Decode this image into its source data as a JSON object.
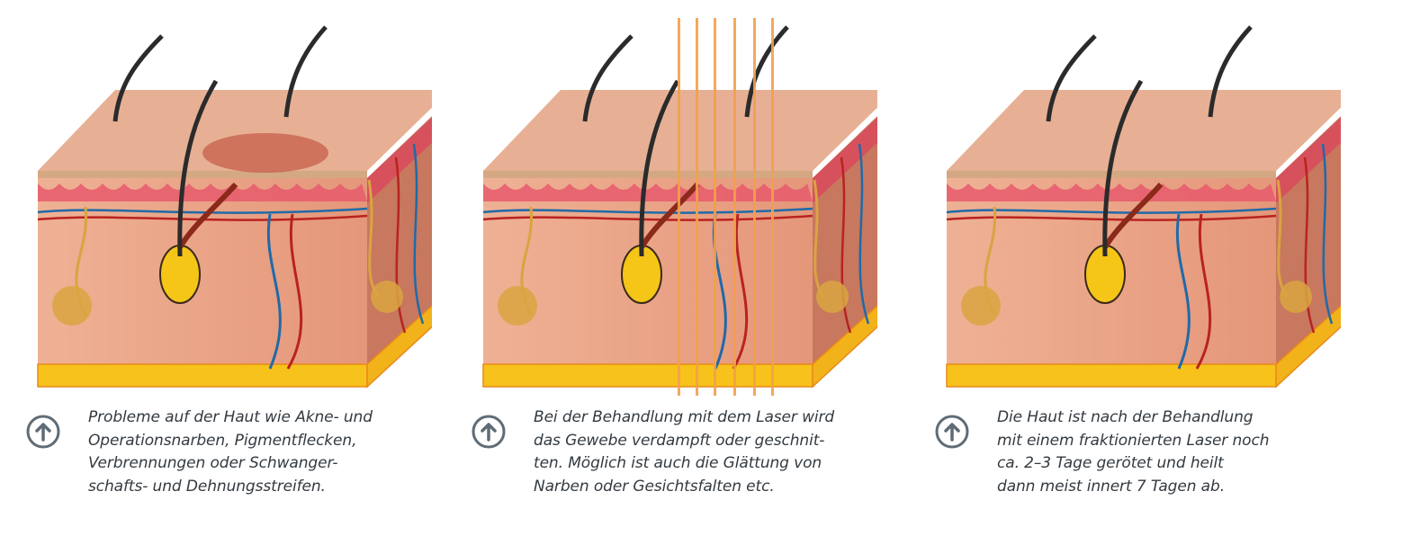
{
  "colors": {
    "epidermis_top": "#e7b095",
    "dermis": "#eaa184",
    "dermis_side": "#c7785e",
    "papillae": "#e65b6c",
    "fat": "#f7c21b",
    "fat_border": "#e98a1a",
    "artery": "#b8231f",
    "vein": "#1f6aa8",
    "nerve": "#d9a441",
    "hair": "#2b2b2b",
    "laser": "#f3a04a",
    "pigment": "#c55a45",
    "icon": "#5f6c76"
  },
  "panels": [
    {
      "icon": "arrow-up-circle-icon",
      "caption": "Probleme auf der Haut wie Akne- und\nOperationsnarben, Pigmentflecken,\nVerbrennungen oder Schwanger-\nschafts- und Dehnungsstreifen."
    },
    {
      "icon": "arrow-up-circle-icon",
      "caption": "Bei der Behandlung mit dem Laser wird\ndas Gewebe verdampft oder geschnit-\nten. Möglich ist auch die Glättung von\nNarben oder Gesichtsfalten etc."
    },
    {
      "icon": "arrow-up-circle-icon",
      "caption": "Die Haut ist nach der Behandlung\nmit einem fraktionierten Laser noch\nca. 2–3 Tage gerötet und heilt\ndann meist innert 7 Tagen ab."
    }
  ]
}
